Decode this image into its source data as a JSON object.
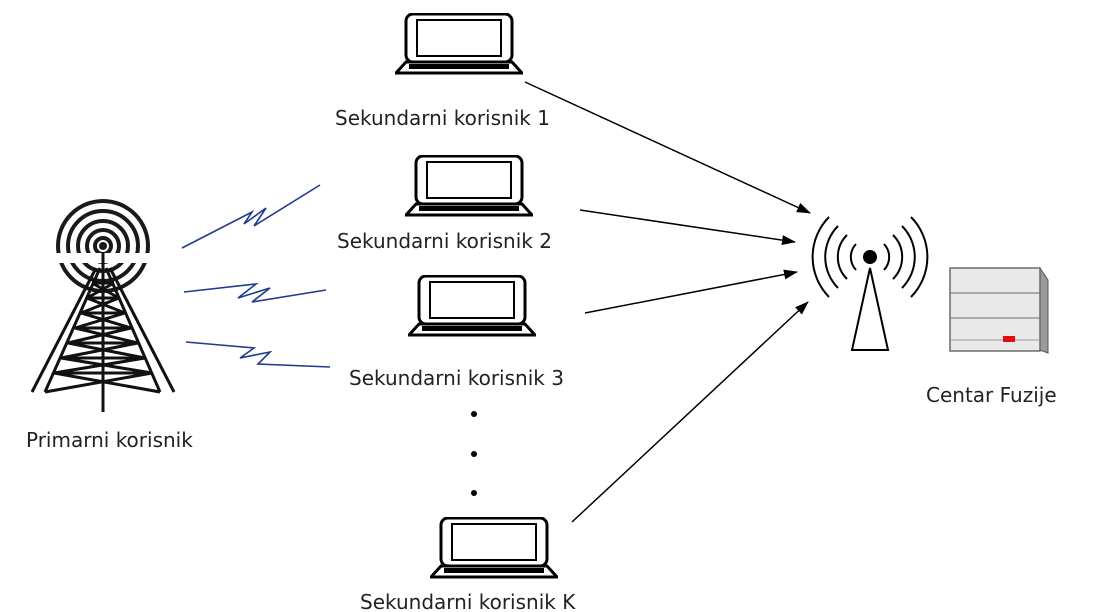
{
  "labels": {
    "primary_user": "Primarni korisnik",
    "secondary_user_1": "Sekundarni korisnik 1",
    "secondary_user_2": "Sekundarni korisnik 2",
    "secondary_user_3": "Sekundarni korisnik 3",
    "secondary_user_k": "Sekundarni korisnik K",
    "fusion_center": "Centar Fuzije"
  },
  "icons": {
    "primary_transmitter": "radio-tower-icon",
    "secondary_user": "laptop-icon",
    "fusion_antenna": "wireless-antenna-icon",
    "fusion_server": "server-icon"
  },
  "colors": {
    "lightning_link": "#1f3d8c",
    "arrow": "#000000",
    "server_led": "#e01010"
  }
}
